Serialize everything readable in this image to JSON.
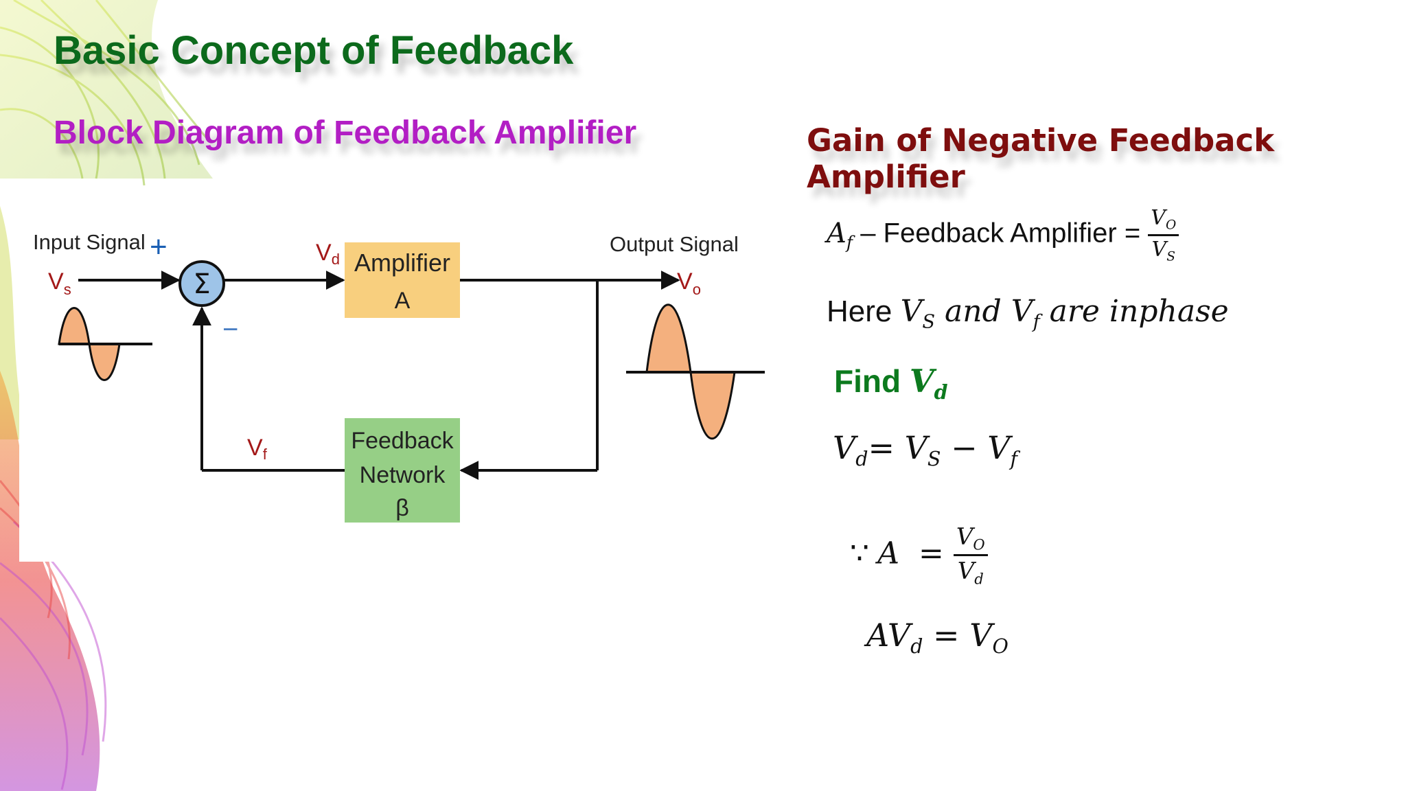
{
  "title": "Basic Concept of Feedback",
  "subtitle": "Block Diagram of Feedback Amplifier",
  "gain_title": "Gain of Negative Feedback Amplifier",
  "colors": {
    "title": "#0c6a1c",
    "subtitle": "#b21ec4",
    "gain_title": "#7e0e0e",
    "find": "#0c7a1e",
    "amplifier_block": "#f8cf7e",
    "feedback_block": "#96cf86",
    "summer": "#9ec4e8",
    "wave_fill": "#f4b07e"
  },
  "diagram": {
    "input_label": "Input Signal",
    "input_symbol": "V",
    "input_sub": "s",
    "plus": "+",
    "minus": "−",
    "summer_symbol": "Σ",
    "vd_symbol": "V",
    "vd_sub": "d",
    "amplifier_line1": "Amplifier",
    "amplifier_line2": "A",
    "output_label": "Output Signal",
    "output_symbol": "V",
    "output_sub": "o",
    "vf_symbol": "V",
    "vf_sub": "f",
    "feedback_line1": "Feedback",
    "feedback_line2": "Network",
    "feedback_line3": "β"
  },
  "equations": {
    "af_symbol": "A",
    "af_sub": "f",
    "af_text": " – Feedback Amplifier = ",
    "af_num": "V",
    "af_num_sub": "O",
    "af_den": "V",
    "af_den_sub": "S",
    "here_text": "Here ",
    "here_vs": "V",
    "here_vs_sub": "S",
    "here_and": " and ",
    "here_vf": "V",
    "here_vf_sub": "f",
    "here_rest": " are inphase",
    "find_text": "Find ",
    "find_var": "V",
    "find_var_sub": "d",
    "vd_lhs": "V",
    "vd_lhs_sub": "d",
    "vd_eq": "= ",
    "vd_vs": "V",
    "vd_vs_sub": "S",
    "vd_minus": " − ",
    "vd_vf": "V",
    "vd_vf_sub": "f",
    "because": "∵ ",
    "a_symbol": "A",
    "a_eq": "  = ",
    "a_num": "V",
    "a_num_sub": "O",
    "a_den": "V",
    "a_den_sub": "d",
    "avd_lhs": "AV",
    "avd_lhs_sub": "d",
    "avd_eq": " = ",
    "avd_rhs": "V",
    "avd_rhs_sub": "O"
  }
}
